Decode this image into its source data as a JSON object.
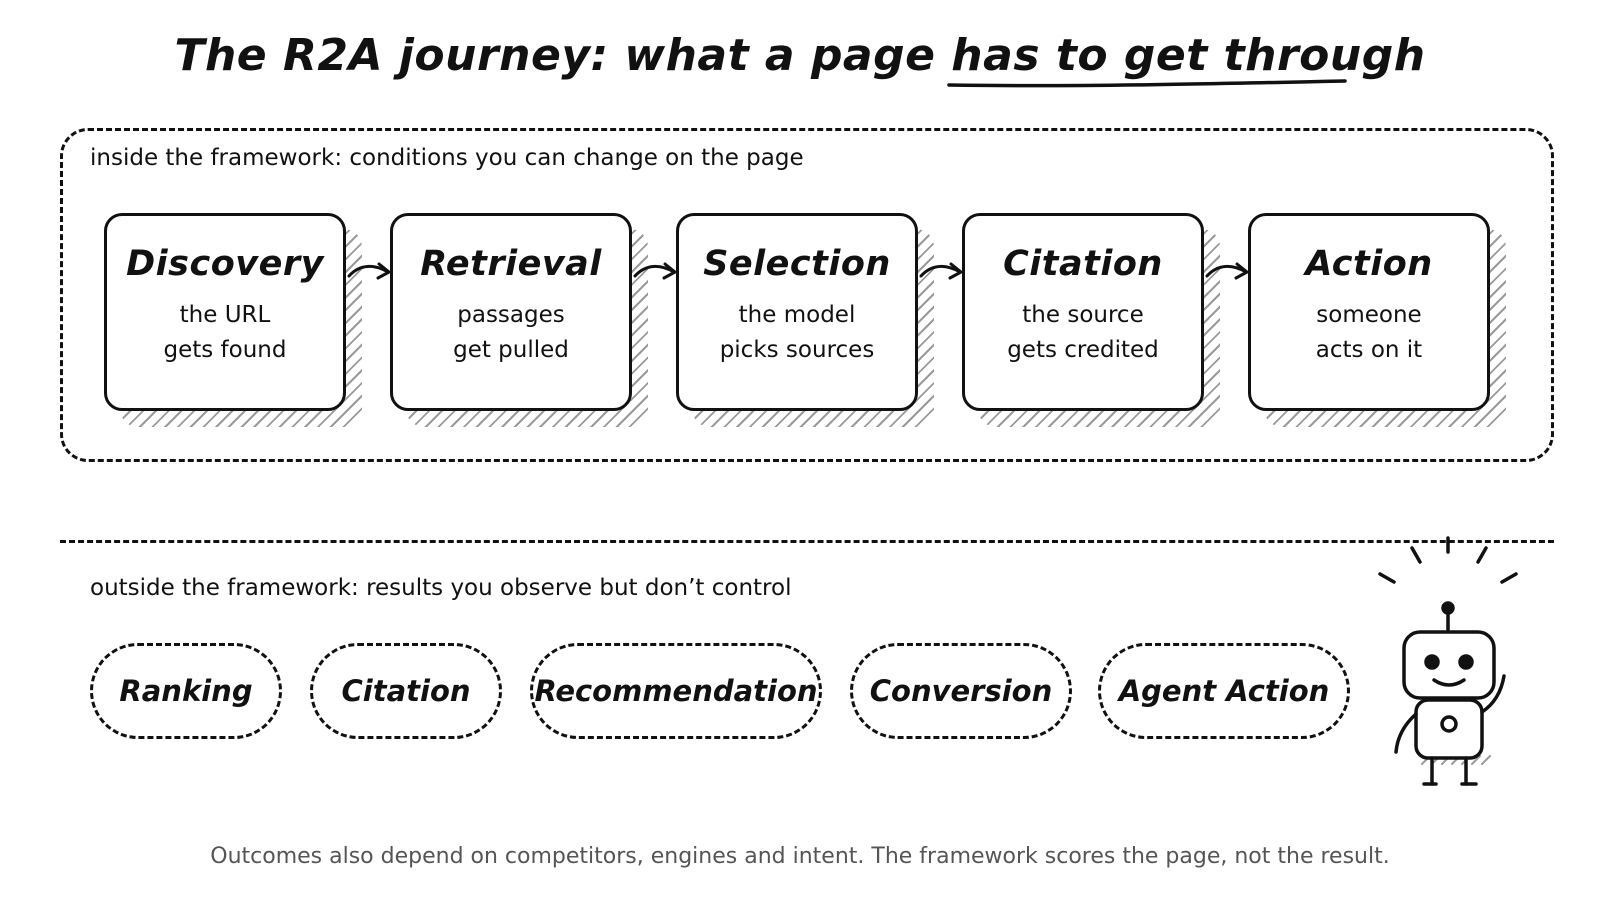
{
  "title": {
    "prefix": "The R2A journey: what a page ",
    "highlight": "has to get through"
  },
  "inside": {
    "label": "inside the framework: conditions you can change on the page",
    "stages": [
      {
        "name": "Discovery",
        "line1": "the URL",
        "line2": "gets found"
      },
      {
        "name": "Retrieval",
        "line1": "passages",
        "line2": "get pulled"
      },
      {
        "name": "Selection",
        "line1": "the model",
        "line2": "picks sources"
      },
      {
        "name": "Citation",
        "line1": "the source",
        "line2": "gets credited"
      },
      {
        "name": "Action",
        "line1": "someone",
        "line2": "acts on it"
      }
    ]
  },
  "outside": {
    "label": "outside the framework: results you observe but don’t control",
    "outcomes": [
      "Ranking",
      "Citation",
      "Recommendation",
      "Conversion",
      "Agent Action"
    ]
  },
  "footnote": "Outcomes also depend on competitors, engines and intent. The framework scores the page, not the result.",
  "icons": [
    "arrow-right-icon",
    "robot-icon"
  ]
}
